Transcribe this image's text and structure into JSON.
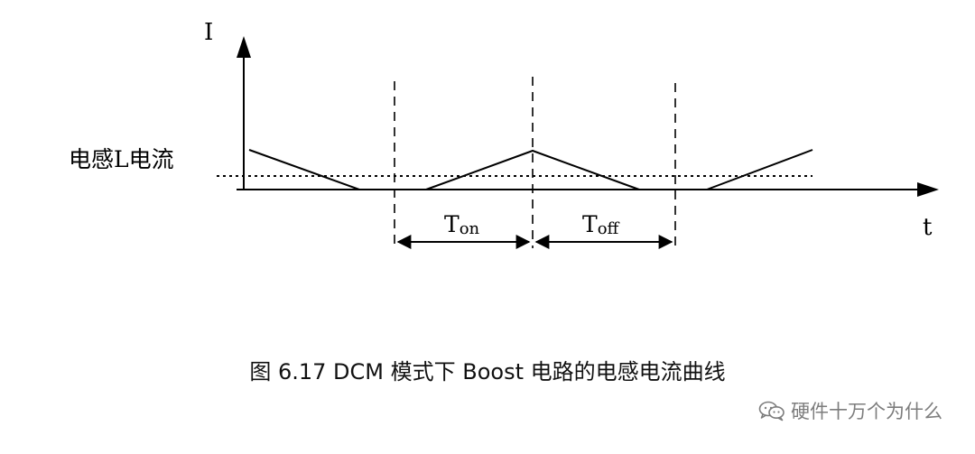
{
  "diagram": {
    "y_axis_label": "I",
    "x_axis_label": "t",
    "signal_label": "电感L电流",
    "ton_main": "T",
    "ton_sub": "on",
    "toff_main": "T",
    "toff_sub": "off"
  },
  "caption": "图 6.17 DCM 模式下 Boost 电路的电感电流曲线",
  "watermark": {
    "icon": "wechat-icon",
    "text": "硬件十万个为什么"
  },
  "colors": {
    "line": "#000000",
    "watermark": "#7d7d7d"
  }
}
